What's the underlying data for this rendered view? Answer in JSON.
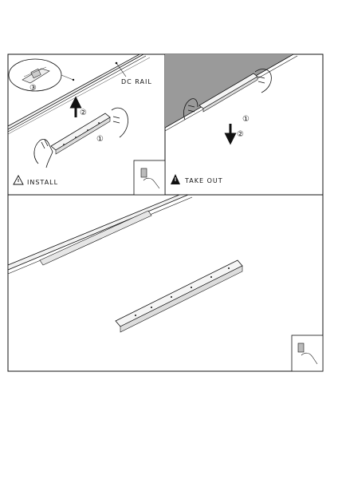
{
  "panels": {
    "install": {
      "rail_label": "DC RAIL",
      "title": "INSTALL",
      "step1": "①",
      "step2": "②",
      "step3": "③"
    },
    "take_out": {
      "title": "TAKE OUT",
      "step1": "①",
      "step2": "②"
    }
  },
  "colors": {
    "line": "#111111",
    "rail_fill": "#f2f2f2",
    "ceiling_gray": "#9a9a9a",
    "warning": "#111111"
  },
  "icons": [
    "warning-triangle-icon",
    "wall-switch-hand-icon",
    "up-arrow-icon",
    "down-arrow-icon",
    "hand-icon"
  ]
}
